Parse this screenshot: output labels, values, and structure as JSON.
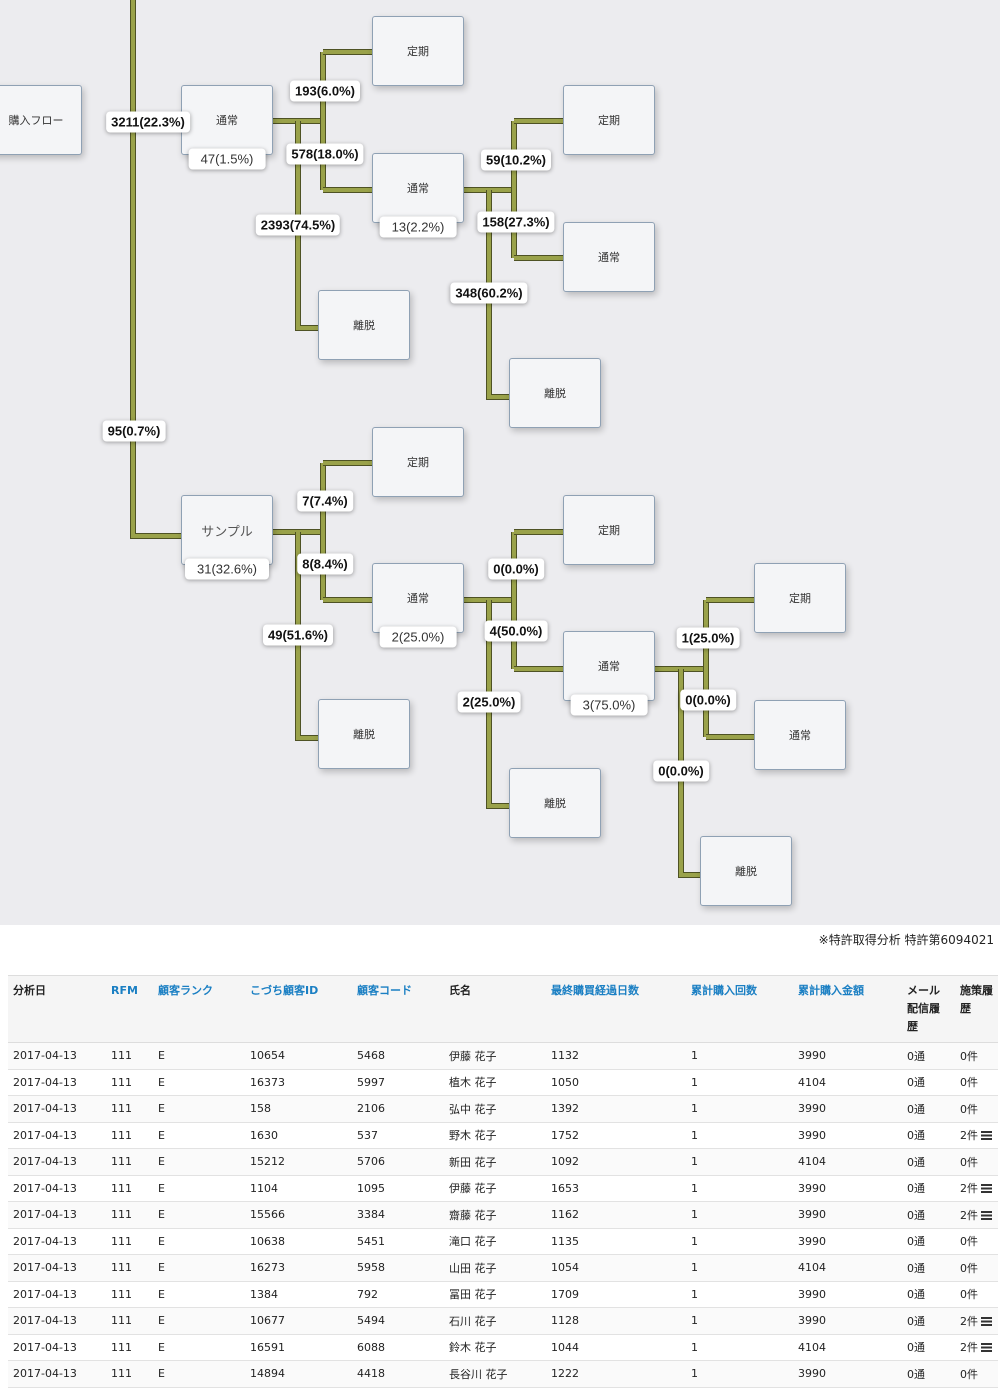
{
  "flow": {
    "start_label": "購入フロー",
    "branches": [
      {
        "edge_label": "3211(22.3%)",
        "node": "通常",
        "stay_label": "47(1.5%)",
        "children": [
          {
            "edge_label": "193(6.0%)",
            "node": "定期"
          },
          {
            "edge_label": "578(18.0%)",
            "node": "通常",
            "stay_label": "13(2.2%)",
            "children": [
              {
                "edge_label": "59(10.2%)",
                "node": "定期"
              },
              {
                "edge_label": "158(27.3%)",
                "node": "通常"
              },
              {
                "edge_label": "348(60.2%)",
                "node": "離脱"
              }
            ]
          },
          {
            "edge_label": "2393(74.5%)",
            "node": "離脱"
          }
        ]
      },
      {
        "edge_label": "95(0.7%)",
        "node": "サンプル",
        "stay_label": "31(32.6%)",
        "children": [
          {
            "edge_label": "7(7.4%)",
            "node": "定期"
          },
          {
            "edge_label": "8(8.4%)",
            "node": "通常",
            "stay_label": "2(25.0%)",
            "children": [
              {
                "edge_label": "0(0.0%)",
                "node": "定期"
              },
              {
                "edge_label": "4(50.0%)",
                "node": "通常",
                "stay_label": "3(75.0%)",
                "children": [
                  {
                    "edge_label": "1(25.0%)",
                    "node": "定期"
                  },
                  {
                    "edge_label": "0(0.0%)",
                    "node": "通常"
                  },
                  {
                    "edge_label": "0(0.0%)",
                    "node": "離脱"
                  }
                ]
              },
              {
                "edge_label": "2(25.0%)",
                "node": "離脱"
              }
            ]
          },
          {
            "edge_label": "49(51.6%)",
            "node": "離脱"
          }
        ]
      }
    ],
    "colors": {
      "line_fill": "#9aa24a",
      "line_border": "#4e5224",
      "canvas_bg": "#ececef"
    }
  },
  "patent_note": "※特許取得分析  特許第6094021",
  "table": {
    "columns": [
      {
        "label": "分析日",
        "sortable": false
      },
      {
        "label": "RFM",
        "sortable": true
      },
      {
        "label": "顧客ランク",
        "sortable": true
      },
      {
        "label": "こづち顧客ID",
        "sortable": true
      },
      {
        "label": "顧客コード",
        "sortable": true
      },
      {
        "label": "氏名",
        "sortable": false
      },
      {
        "label": "最終購買経過日数",
        "sortable": true
      },
      {
        "label": "累計購入回数",
        "sortable": true
      },
      {
        "label": "累計購入金額",
        "sortable": true
      },
      {
        "label": "メール配信履歴",
        "sortable": false
      },
      {
        "label": "施策履歴",
        "sortable": false
      }
    ],
    "rows": [
      [
        "2017-04-13",
        "111",
        "E",
        "10654",
        "5468",
        "伊藤 花子",
        "1132",
        "1",
        "3990",
        "0通",
        "0件"
      ],
      [
        "2017-04-13",
        "111",
        "E",
        "16373",
        "5997",
        "植木 花子",
        "1050",
        "1",
        "4104",
        "0通",
        "0件"
      ],
      [
        "2017-04-13",
        "111",
        "E",
        "158",
        "2106",
        "弘中 花子",
        "1392",
        "1",
        "3990",
        "0通",
        "0件"
      ],
      [
        "2017-04-13",
        "111",
        "E",
        "1630",
        "537",
        "野木 花子",
        "1752",
        "1",
        "3990",
        "0通",
        "2件"
      ],
      [
        "2017-04-13",
        "111",
        "E",
        "15212",
        "5706",
        "新田 花子",
        "1092",
        "1",
        "4104",
        "0通",
        "0件"
      ],
      [
        "2017-04-13",
        "111",
        "E",
        "1104",
        "1095",
        "伊藤 花子",
        "1653",
        "1",
        "3990",
        "0通",
        "2件"
      ],
      [
        "2017-04-13",
        "111",
        "E",
        "15566",
        "3384",
        "齋藤 花子",
        "1162",
        "1",
        "3990",
        "0通",
        "2件"
      ],
      [
        "2017-04-13",
        "111",
        "E",
        "10638",
        "5451",
        "滝口 花子",
        "1135",
        "1",
        "3990",
        "0通",
        "0件"
      ],
      [
        "2017-04-13",
        "111",
        "E",
        "16273",
        "5958",
        "山田 花子",
        "1054",
        "1",
        "4104",
        "0通",
        "0件"
      ],
      [
        "2017-04-13",
        "111",
        "E",
        "1384",
        "792",
        "冨田 花子",
        "1709",
        "1",
        "3990",
        "0通",
        "0件"
      ],
      [
        "2017-04-13",
        "111",
        "E",
        "10677",
        "5494",
        "石川 花子",
        "1128",
        "1",
        "3990",
        "0通",
        "2件"
      ],
      [
        "2017-04-13",
        "111",
        "E",
        "16591",
        "6088",
        "鈴木 花子",
        "1044",
        "1",
        "4104",
        "0通",
        "2件"
      ],
      [
        "2017-04-13",
        "111",
        "E",
        "14894",
        "4418",
        "長谷川 花子",
        "1222",
        "1",
        "3990",
        "0通",
        "0件"
      ]
    ],
    "list_icon": "list-icon"
  }
}
